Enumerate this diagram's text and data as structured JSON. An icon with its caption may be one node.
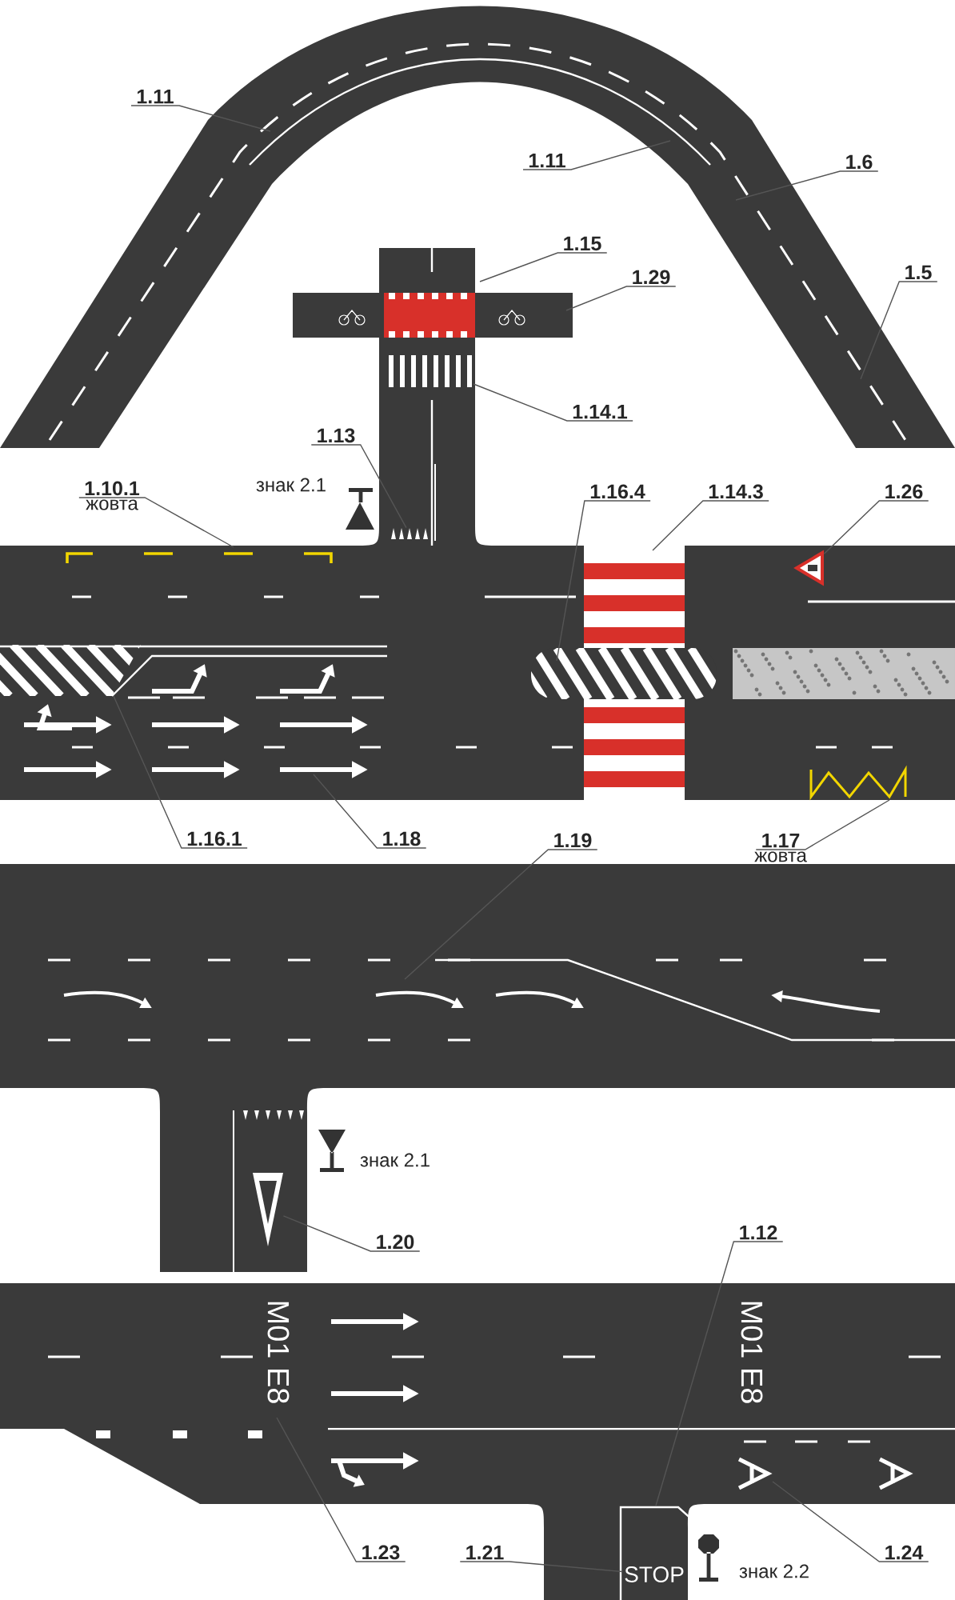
{
  "diagram": {
    "nodes": [
      {
        "text": [
          "1.11"
        ]
      },
      {
        "text": [
          "1.11"
        ]
      },
      {
        "text": [
          "1.6"
        ]
      },
      {
        "text": [
          "1.15"
        ]
      },
      {
        "text": [
          "1.29"
        ]
      },
      {
        "text": [
          "1.5"
        ]
      },
      {
        "text": [
          "1.14.1"
        ]
      },
      {
        "text": [
          "1.13"
        ]
      },
      {
        "text": [
          "1.10.1",
          "жовта"
        ]
      },
      {
        "text": [
          "1.16.4"
        ]
      },
      {
        "text": [
          "1.14.3"
        ]
      },
      {
        "text": [
          "1.26"
        ]
      },
      {
        "text": [
          "1.16.1"
        ]
      },
      {
        "text": [
          "1.18"
        ]
      },
      {
        "text": [
          "1.19"
        ]
      },
      {
        "text": [
          "1.17",
          "жовта"
        ]
      },
      {
        "text": [
          "1.20"
        ]
      },
      {
        "text": [
          "1.12"
        ]
      },
      {
        "text": [
          "1.23"
        ]
      },
      {
        "text": [
          "1.21"
        ]
      },
      {
        "text": [
          "1.24"
        ]
      },
      {
        "text": [],
        "shape": "triangle"
      },
      {
        "text": [],
        "shape": "triangle"
      },
      {
        "text": [],
        "shape": "triangle"
      },
      {
        "text": [
          "STOP"
        ]
      }
    ],
    "edges": [
      {
        "from": 0,
        "to": null,
        "arrow": "none"
      },
      {
        "from": 1,
        "to": null,
        "arrow": "none"
      },
      {
        "from": 2,
        "to": null,
        "arrow": "none"
      },
      {
        "from": 3,
        "to": null,
        "arrow": "none"
      },
      {
        "from": 4,
        "to": null,
        "arrow": "none"
      },
      {
        "from": 5,
        "to": null,
        "arrow": "none"
      },
      {
        "from": 6,
        "to": null,
        "arrow": "none"
      },
      {
        "from": 7,
        "to": 21,
        "arrow": "none"
      },
      {
        "from": 8,
        "to": null,
        "arrow": "none"
      },
      {
        "from": 9,
        "to": null,
        "arrow": "none"
      },
      {
        "from": 10,
        "to": null,
        "arrow": "none"
      },
      {
        "from": 11,
        "to": 22,
        "arrow": "none"
      },
      {
        "from": 12,
        "to": null,
        "arrow": "none"
      },
      {
        "from": 13,
        "to": null,
        "arrow": "none"
      },
      {
        "from": 14,
        "to": null,
        "arrow": "none"
      },
      {
        "from": 15,
        "to": null,
        "arrow": "none"
      },
      {
        "from": 16,
        "to": 23,
        "arrow": "none"
      },
      {
        "from": 17,
        "to": null,
        "arrow": "none"
      },
      {
        "from": 18,
        "to": null,
        "arrow": "none"
      },
      {
        "from": 19,
        "to": 24,
        "arrow": "none"
      },
      {
        "from": 20,
        "to": null,
        "arrow": "none"
      }
    ],
    "labels": [
      "знак 2.1",
      "знак 2.1",
      "M01 E8",
      "M01 E8",
      "знак 2.2"
    ]
  }
}
